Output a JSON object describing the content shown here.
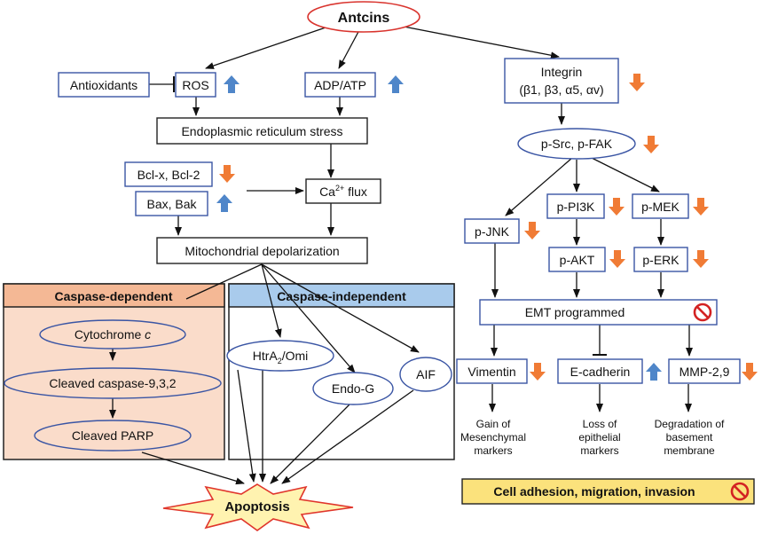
{
  "title": "Antcins",
  "nodes": {
    "antioxidants": "Antioxidants",
    "ros": "ROS",
    "adp_atp": "ADP/ATP",
    "integrin_line1": "Integrin",
    "integrin_line2": "(β1, β3, α5, αv)",
    "er_stress": "Endoplasmic reticulum stress",
    "bcl": "Bcl-x, Bcl-2",
    "bax": "Bax, Bak",
    "ca_base": "Ca",
    "ca_sup": "2+",
    "ca_tail": " flux",
    "mito": "Mitochondrial depolarization",
    "psrc": "p-Src, p-FAK",
    "ppi3k": "p-PI3K",
    "pmek": "p-MEK",
    "pjnk": "p-JNK",
    "pakt": "p-AKT",
    "perk": "p-ERK",
    "emt": "EMT programmed",
    "vimentin": "Vimentin",
    "ecadherin": "E-cadherin",
    "mmp": "MMP-2,9",
    "cyto_base": "Cytochrome ",
    "cyto_italic": "c",
    "cleaved_caspase": "Cleaved caspase-9,3,2",
    "cleaved_parp": "Cleaved PARP",
    "htra_base": "HtrA",
    "htra_sub": "2",
    "htra_tail": "/Omi",
    "endog": "Endo-G",
    "aif": "AIF",
    "apoptosis": "Apoptosis"
  },
  "panels": {
    "caspase_dependent": "Caspase-dependent",
    "caspase_independent": "Caspase-independent"
  },
  "outcomes": {
    "gain": [
      "Gain of",
      "Mesenchymal",
      "markers"
    ],
    "loss": [
      "Loss of",
      "epithelial",
      "markers"
    ],
    "degradation": [
      "Degradation of",
      "basement",
      "membrane"
    ]
  },
  "banner": "Cell adhesion, migration, invasion",
  "colors": {
    "box_border": "#3a55a4",
    "up_arrow": "#4f86c9",
    "down_arrow": "#f07b35",
    "antcins_border": "#d9332d",
    "left_panel_header": "#f4b895",
    "left_panel_body": "#fadcca",
    "right_panel_header": "#a9cbec",
    "banner_fill": "#fbe27c",
    "no_sign": "#d32222",
    "apoptosis_fill": "#fff3b0",
    "apoptosis_border": "#e0352b"
  }
}
